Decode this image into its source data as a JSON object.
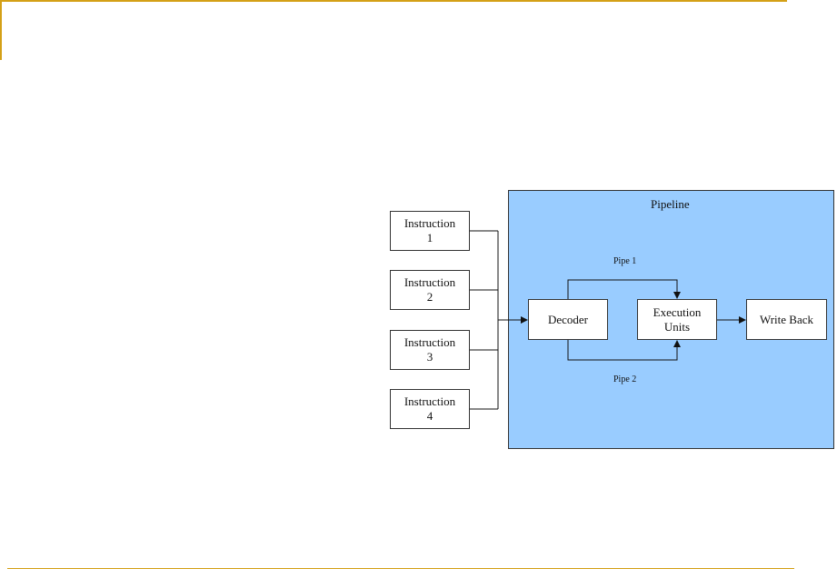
{
  "instructions": [
    {
      "label": "Instruction\n1"
    },
    {
      "label": "Instruction\n2"
    },
    {
      "label": "Instruction\n3"
    },
    {
      "label": "Instruction\n4"
    }
  ],
  "pipeline": {
    "title": "Pipeline",
    "decoder": "Decoder",
    "execution_units": "Execution\nUnits",
    "write_back": "Write Back",
    "pipe1": "Pipe 1",
    "pipe2": "Pipe 2"
  },
  "colors": {
    "pipeline_fill": "#99ccff",
    "accent_border": "#d4a017"
  }
}
